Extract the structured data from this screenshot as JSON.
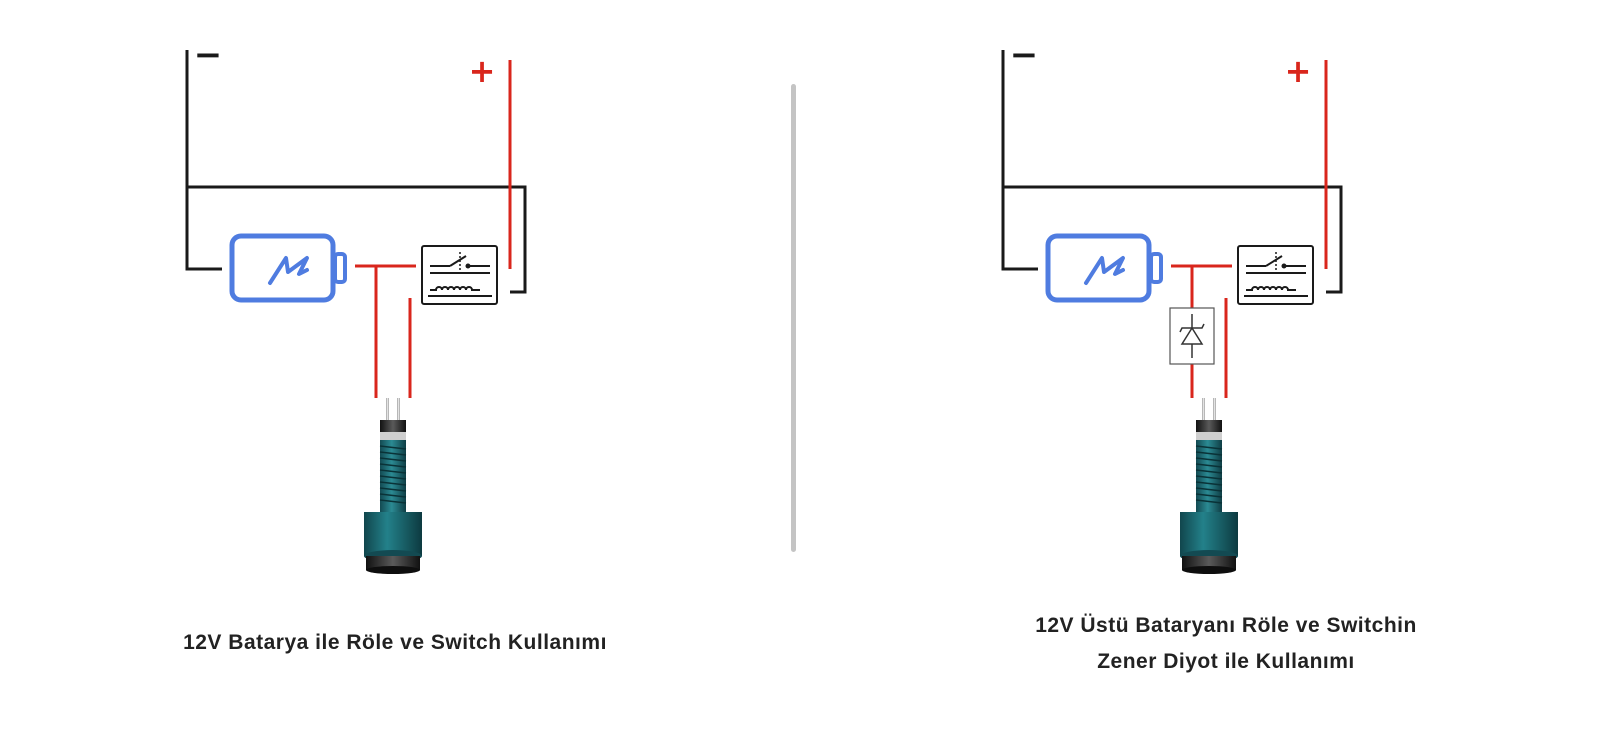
{
  "colors": {
    "negative_wire": "#1a1a1a",
    "positive_wire": "#d9261c",
    "battery_icon": "#4f7ce0",
    "switch_body": "#1e6f78",
    "switch_nut": "#0e0e0e",
    "divider": "#c4c4c4"
  },
  "icons": {
    "battery": "battery-charging-icon",
    "relay": "relay-icon",
    "zener": "zener-diode-icon",
    "switch": "push-button-switch-icon"
  },
  "left_panel": {
    "minus_sign": "−",
    "plus_sign": "+",
    "caption_lines": [
      "12V Batarya ile Röle ve Switch Kullanımı"
    ]
  },
  "right_panel": {
    "minus_sign": "−",
    "plus_sign": "+",
    "caption_lines": [
      "12V Üstü Bataryanı Röle ve Switchin",
      "Zener Diyot ile Kullanımı"
    ]
  }
}
